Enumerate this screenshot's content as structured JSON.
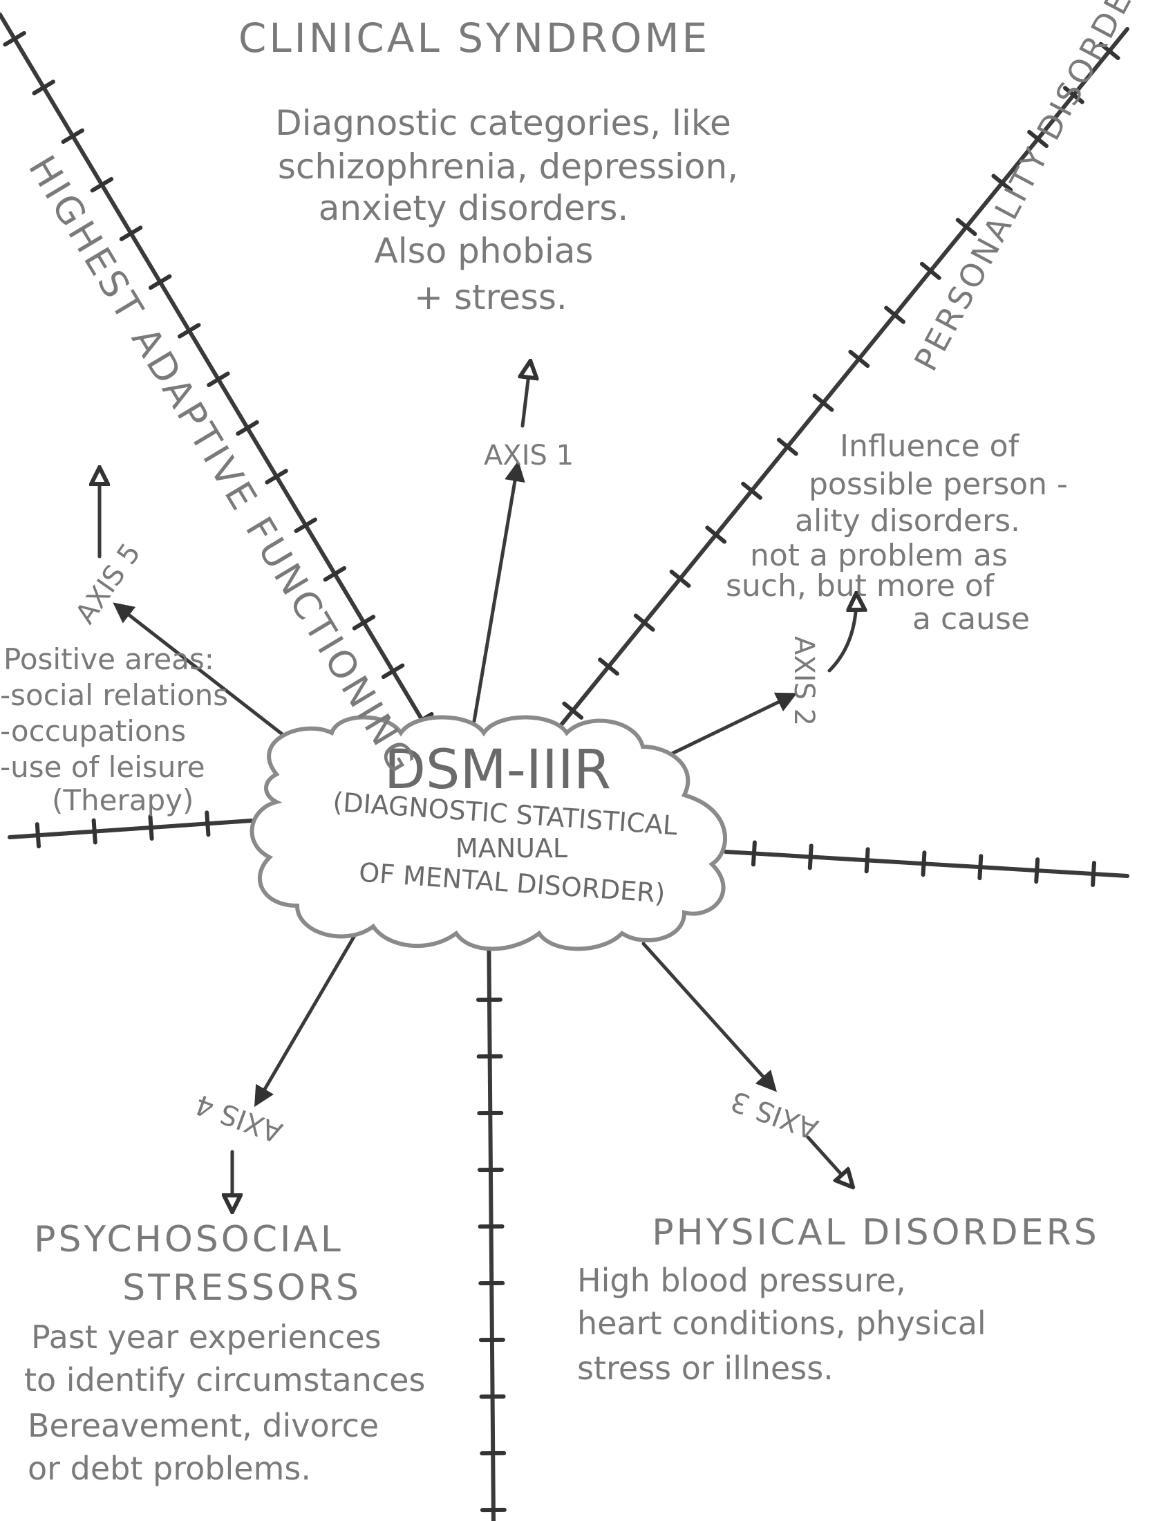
{
  "center": {
    "title": "DSM-IIIR",
    "subtitle_lines": [
      "(DIAGNOSTIC STATISTICAL",
      "MANUAL",
      "OF MENTAL DISORDER)"
    ]
  },
  "axis1": {
    "label": "AXIS 1",
    "heading": "CLINICAL SYNDROME",
    "description_lines": [
      "Diagnostic categories, like",
      "schizophrenia, depression,",
      "anxiety disorders.",
      "Also phobias",
      "+ stress."
    ]
  },
  "axis2": {
    "label": "AXIS 2",
    "heading": "PERSONALITY DISORDERS",
    "description_lines": [
      "Influence of",
      "possible person -",
      "ality disorders.",
      "not a problem as",
      "such, but more of",
      "a cause"
    ]
  },
  "axis3": {
    "label": "AXIS 3",
    "heading": "PHYSICAL DISORDERS",
    "description_lines": [
      "High blood pressure,",
      "heart conditions, physical",
      "stress or illness."
    ]
  },
  "axis4": {
    "label": "AXIS 4",
    "heading_lines": [
      "PSYCHOSOCIAL",
      "STRESSORS"
    ],
    "description_lines": [
      "Past year experiences",
      "to identify circumstances",
      "Bereavement, divorce",
      "or debt problems."
    ]
  },
  "axis5": {
    "label": "AXIS 5",
    "heading": "HIGHEST ADAPTIVE FUNCTIONING",
    "description_lines": [
      "Positive areas:",
      "-social relations",
      "-occupations",
      "-use of leisure",
      "(Therapy)"
    ]
  },
  "colors": {
    "ink_dark": "#3a3a3a",
    "ink_gray": "#7a7a7a",
    "paper": "#ffffff"
  }
}
